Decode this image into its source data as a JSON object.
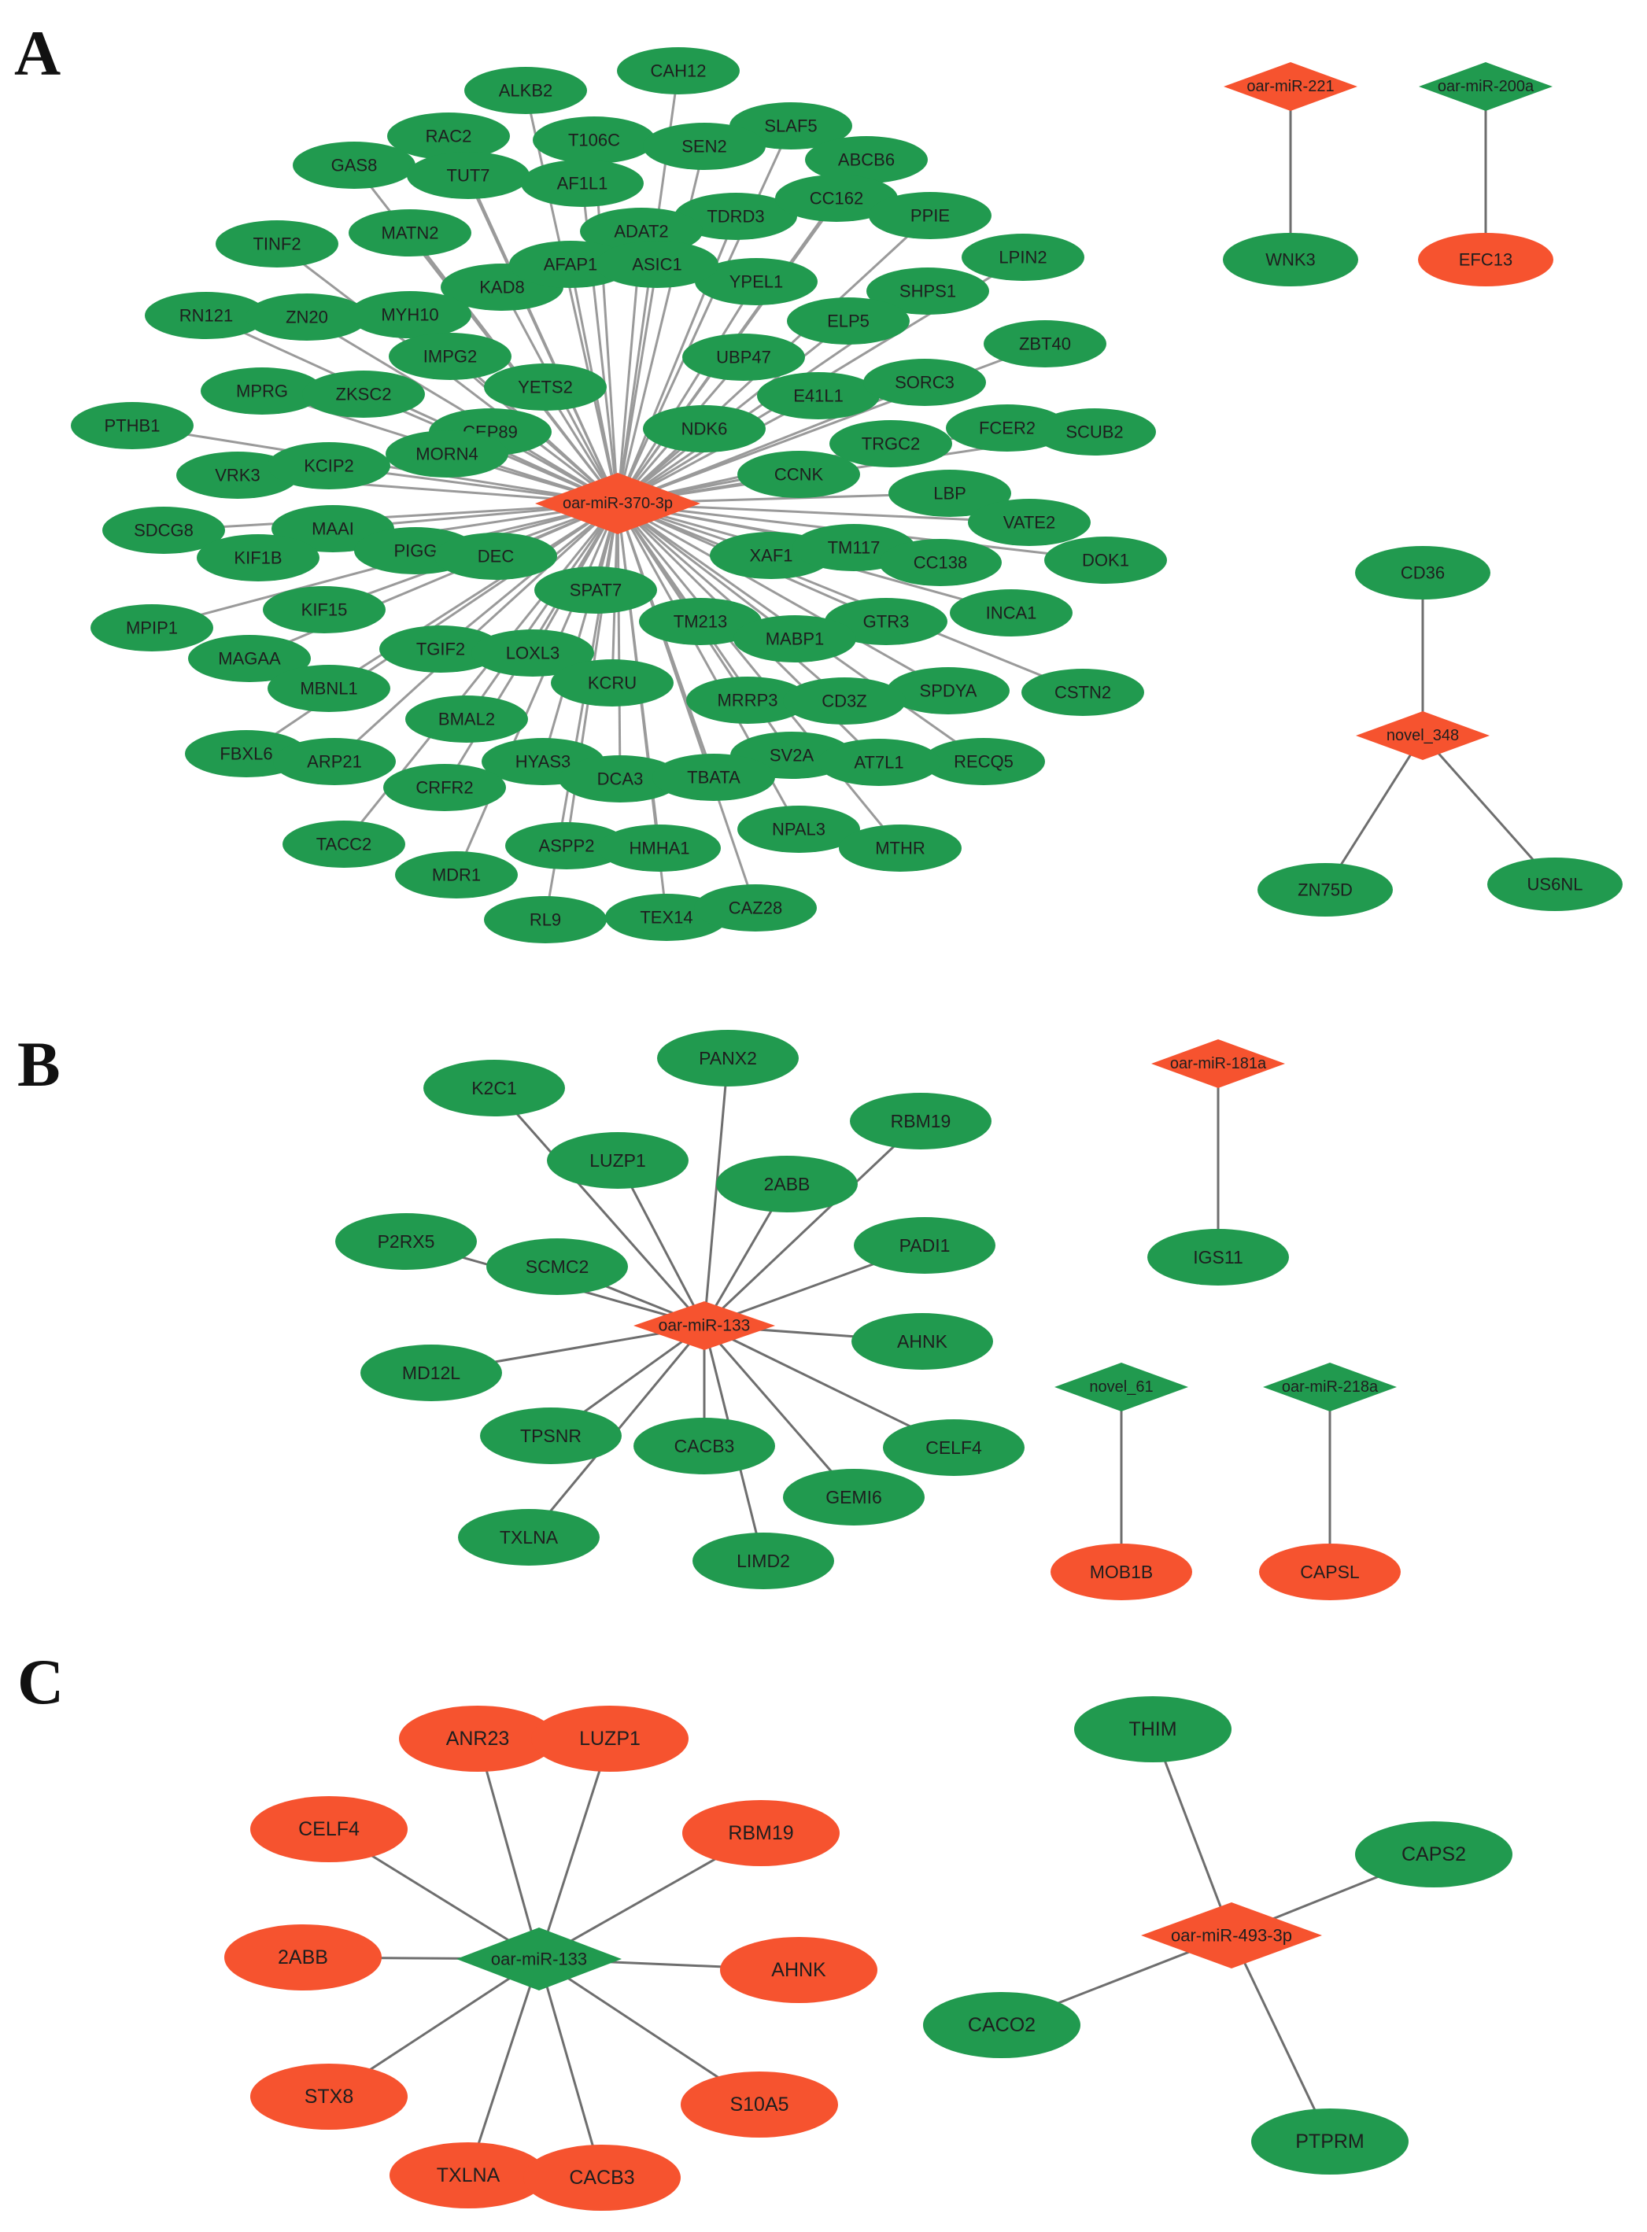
{
  "colors": {
    "green": "#219a4f",
    "red": "#f6532f",
    "edge": "#6e6e6e",
    "hub_edge": "#9a9a9a",
    "label": "#1e1e1e"
  },
  "panels": {
    "A": {
      "letter": "A",
      "hub": "oar-miR-370-3p",
      "hub_color": "red",
      "targets_color": "green",
      "targets": [
        "CAH12",
        "ALKB2",
        "SLAF5",
        "RAC2",
        "T106C",
        "SEN2",
        "ABCB6",
        "GAS8",
        "TUT7",
        "AF1L1",
        "TDRD3",
        "CC162",
        "PPIE",
        "TINF2",
        "MATN2",
        "ADAT2",
        "LPIN2",
        "KAD8",
        "YPEL1",
        "SHPS1",
        "RN121",
        "ZN20",
        "MYH10",
        "AFAP1",
        "ASIC1",
        "ELP5",
        "ZBT40",
        "IMPG2",
        "UBP47",
        "MPRG",
        "ZKSC2",
        "YETS2",
        "E41L1",
        "SORC3",
        "PTHB1",
        "CEP89",
        "NDK6",
        "FCER2",
        "SCUB2",
        "VRK3",
        "KCIP2",
        "MORN4",
        "TRGC2",
        "CCNK",
        "LBP",
        "SDCG8",
        "MAAI",
        "VATE2",
        "KIF1B",
        "PIGG",
        "DEC",
        "XAF1",
        "TM117",
        "DOK1",
        "CC138",
        "SPAT7",
        "KIF15",
        "INCA1",
        "MPIP1",
        "TM213",
        "GTR3",
        "MAGAA",
        "TGIF2",
        "LOXL3",
        "MABP1",
        "MBNL1",
        "KCRU",
        "MRRP3",
        "SPDYA",
        "CD3Z",
        "CSTN2",
        "BMAL2",
        "FBXL6",
        "ARP21",
        "HYAS3",
        "SV2A",
        "RECQ5",
        "CRFR2",
        "DCA3",
        "TBATA",
        "AT7L1",
        "TACC2",
        "ASPP2",
        "NPAL3",
        "MDR1",
        "HMHA1",
        "MTHR",
        "RL9",
        "TEX14",
        "CAZ28"
      ],
      "pairs": [
        {
          "source": "oar-miR-221",
          "source_color": "red",
          "target": "WNK3",
          "target_color": "green"
        },
        {
          "source": "oar-miR-200a",
          "source_color": "green",
          "target": "EFC13",
          "target_color": "red"
        }
      ],
      "novel": {
        "hub": "novel_348",
        "hub_color": "red",
        "targets": [
          "CD36",
          "ZN75D",
          "US6NL"
        ],
        "targets_color": "green"
      }
    },
    "B": {
      "letter": "B",
      "hub": "oar-miR-133",
      "hub_color": "red",
      "targets_color": "green",
      "targets": [
        "K2C1",
        "PANX2",
        "RBM19",
        "LUZP1",
        "2ABB",
        "P2RX5",
        "PADI1",
        "SCMC2",
        "AHNK",
        "MD12L",
        "TPSNR",
        "CACB3",
        "CELF4",
        "GEMI6",
        "TXLNA",
        "LIMD2"
      ],
      "pairs": [
        {
          "source": "oar-miR-181a",
          "source_color": "red",
          "target": "IGS11",
          "target_color": "green"
        },
        {
          "source": "novel_61",
          "source_color": "green",
          "target": "MOB1B",
          "target_color": "red"
        },
        {
          "source": "oar-miR-218a",
          "source_color": "green",
          "target": "CAPSL",
          "target_color": "red"
        }
      ]
    },
    "C": {
      "letter": "C",
      "hub": "oar-miR-133",
      "hub_color": "green",
      "targets_color": "red",
      "targets": [
        "ANR23",
        "LUZP1",
        "CELF4",
        "RBM19",
        "2ABB",
        "AHNK",
        "STX8",
        "S10A5",
        "TXLNA",
        "CACB3"
      ],
      "hub2": "oar-miR-493-3p",
      "hub2_color": "red",
      "targets2_color": "green",
      "targets2": [
        "THIM",
        "CAPS2",
        "CACO2",
        "PTPRM"
      ]
    }
  }
}
